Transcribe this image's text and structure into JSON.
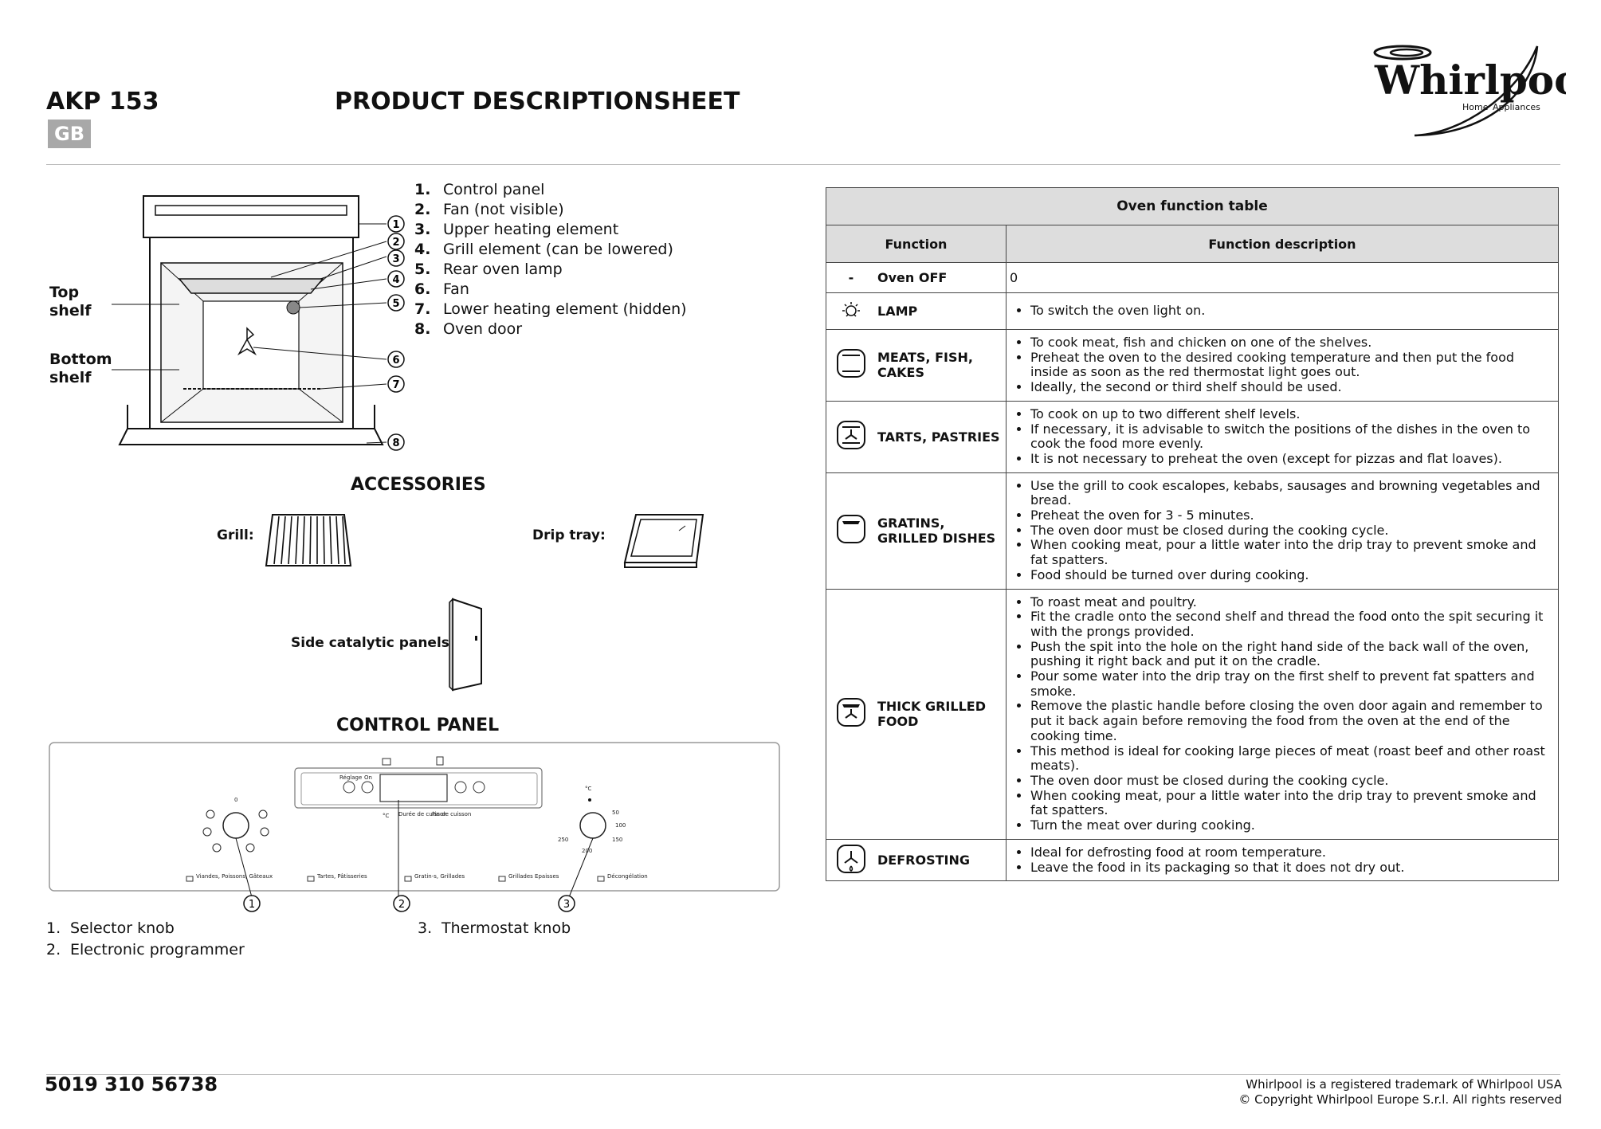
{
  "header": {
    "model": "AKP 153",
    "title": "PRODUCT DESCRIPTIONSHEET",
    "language_badge": "GB",
    "brand": "Whirlpool",
    "brand_sub_left": "Home",
    "brand_sub_right": "Appliances"
  },
  "oven_diagram": {
    "top_shelf_label": [
      "Top",
      "shelf"
    ],
    "bottom_shelf_label": [
      "Bottom",
      "shelf"
    ],
    "callouts": [
      "1",
      "2",
      "3",
      "4",
      "5",
      "6",
      "7",
      "8"
    ]
  },
  "parts": [
    {
      "num": "1.",
      "label": "Control panel"
    },
    {
      "num": "2.",
      "label": "Fan (not visible)"
    },
    {
      "num": "3.",
      "label": "Upper heating element"
    },
    {
      "num": "4.",
      "label": "Grill element (can be lowered)"
    },
    {
      "num": "5.",
      "label": "Rear oven lamp"
    },
    {
      "num": "6.",
      "label": "Fan"
    },
    {
      "num": "7.",
      "label": "Lower heating element (hidden)"
    },
    {
      "num": "8.",
      "label": "Oven door"
    }
  ],
  "accessories": {
    "heading": "ACCESSORIES",
    "grill": "Grill:",
    "drip_tray": "Drip tray:",
    "side_panels": "Side catalytic panels:"
  },
  "control_panel": {
    "heading": "CONTROL PANEL",
    "callouts": [
      "1",
      "2",
      "3"
    ],
    "panel_text": {
      "reglage": "Réglage",
      "on": "On",
      "celsius_left": "°C",
      "duree": "Durée de cuisson",
      "fin": "Fin de cuisson",
      "celsius_right": "°C",
      "zero": "0",
      "t50": "50",
      "t100": "100",
      "t150": "150",
      "t200": "200",
      "t250": "250",
      "mode1": "Viandes, Poissons, Gâteaux",
      "mode2": "Tartes, Pâtisseries",
      "mode3": "Gratin-s, Grillades",
      "mode4": "Grillades Epaisses",
      "mode5": "Décongélation"
    },
    "items": [
      {
        "num": "1.",
        "label": "Selector knob"
      },
      {
        "num": "2.",
        "label": "Electronic programmer"
      },
      {
        "num": "3.",
        "label": "Thermostat knob"
      }
    ]
  },
  "function_table": {
    "caption": "Oven function table",
    "col_function": "Function",
    "col_description": "Function description",
    "rows": [
      {
        "icon": "dash",
        "name": "Oven OFF",
        "desc": [
          "0"
        ]
      },
      {
        "icon": "lamp-icon",
        "name": "LAMP",
        "desc": [
          "To switch the oven light on."
        ]
      },
      {
        "icon": "meats-fish-cakes-icon",
        "name": "MEATS, FISH, CAKES",
        "desc": [
          "To cook meat, fish and chicken on one of the shelves.",
          "Preheat the oven to the desired cooking temperature and then put the food inside as soon as the red thermostat light goes out.",
          "Ideally, the second or third shelf should be used."
        ]
      },
      {
        "icon": "tarts-pastries-icon",
        "name": "TARTS, PASTRIES",
        "desc": [
          "To cook on up to two different shelf levels.",
          "If necessary, it is advisable to switch the positions of the dishes in the oven to cook the food more evenly.",
          "It is not necessary to preheat the oven (except for pizzas and flat loaves)."
        ]
      },
      {
        "icon": "gratins-grilled-icon",
        "name": "GRATINS, GRILLED DISHES",
        "desc": [
          "Use the grill to cook escalopes, kebabs, sausages and browning vegetables and bread.",
          "Preheat the oven for 3 - 5 minutes.",
          "The oven door must be closed during the cooking cycle.",
          "When cooking meat, pour a little water into the drip tray to prevent smoke and fat spatters.",
          "Food should be turned over during cooking."
        ]
      },
      {
        "icon": "thick-grilled-icon",
        "name": "THICK GRILLED FOOD",
        "desc": [
          "To roast meat and poultry.",
          "Fit the cradle onto the second shelf and thread the food onto the spit securing it with the prongs provided.",
          "Push the spit into the hole on the right hand side of the back wall of the oven, pushing it right back and put it on the cradle.",
          "Pour some water into the drip tray on the first shelf to prevent fat spatters and smoke.",
          "Remove the plastic handle before closing the oven door again and remember to put it back again before removing the food from the oven at the end of the cooking time.",
          "This method is ideal for cooking large pieces of meat (roast beef and other roast meats).",
          "The oven door must be closed during the cooking cycle.",
          "When cooking meat, pour a little water into the drip tray to prevent smoke and fat spatters.",
          "Turn the meat over during cooking."
        ]
      },
      {
        "icon": "defrosting-icon",
        "name": "DEFROSTING",
        "desc": [
          "Ideal for defrosting food at room temperature.",
          "Leave the food in its packaging so that it does not dry out."
        ]
      }
    ]
  },
  "footer": {
    "code": "5019 310 56738",
    "legal_line1": "Whirlpool is a registered trademark of Whirlpool USA",
    "legal_line2": "© Copyright Whirlpool Europe S.r.l. All rights reserved"
  }
}
